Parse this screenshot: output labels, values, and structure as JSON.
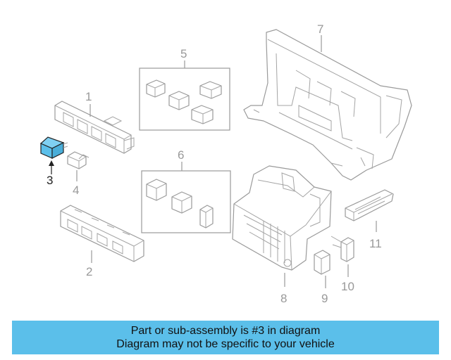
{
  "diagram": {
    "callouts": [
      {
        "id": "1",
        "label": "1"
      },
      {
        "id": "2",
        "label": "2"
      },
      {
        "id": "3",
        "label": "3"
      },
      {
        "id": "4",
        "label": "4"
      },
      {
        "id": "5",
        "label": "5"
      },
      {
        "id": "6",
        "label": "6"
      },
      {
        "id": "7",
        "label": "7"
      },
      {
        "id": "8",
        "label": "8"
      },
      {
        "id": "9",
        "label": "9"
      },
      {
        "id": "10",
        "label": "10"
      },
      {
        "id": "11",
        "label": "11"
      }
    ],
    "highlighted_part": "3",
    "highlight_color": "#5bbfea",
    "line_color": "#9a9a9a"
  },
  "banner": {
    "line1": "Part or sub-assembly is #3 in diagram",
    "line2": "Diagram may not be specific to your vehicle",
    "background": "#5bbfea"
  }
}
